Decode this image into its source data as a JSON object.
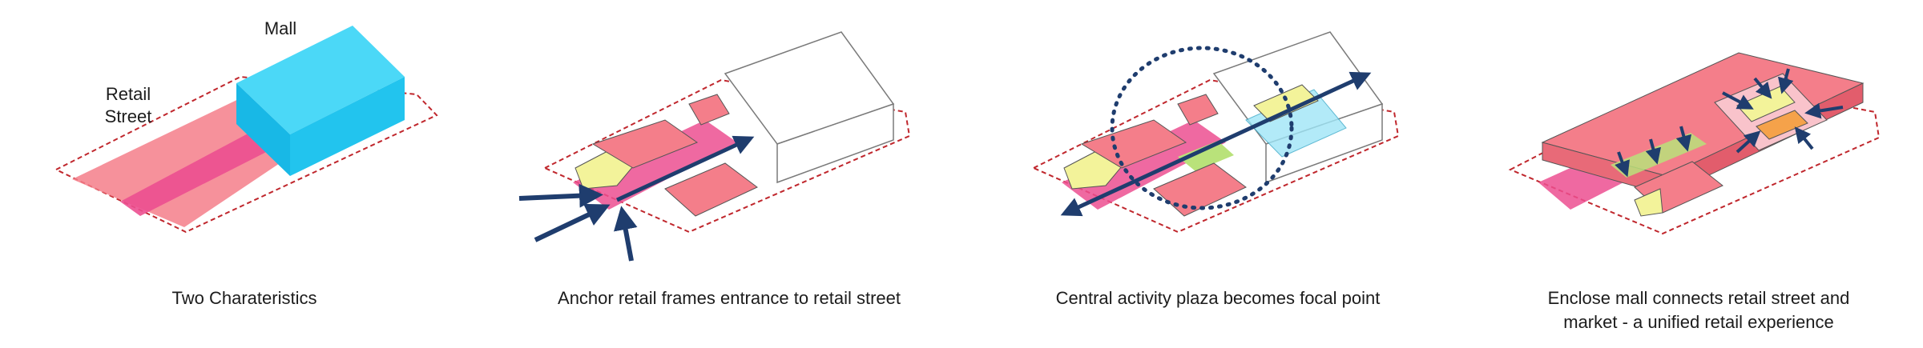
{
  "colors": {
    "pink": "#f47e8a",
    "magenta": "#ec4f90",
    "cyan": "#1cc6ee",
    "yellow": "#f3f39a",
    "green": "#b9e27a",
    "orange": "#f5a24a",
    "arrow": "#1f3d6e",
    "boundary": "#c0272d"
  },
  "panels": [
    {
      "caption_lines": [
        "Two Charateristics"
      ],
      "labels": {
        "retail_street": [
          "Retail",
          "Street"
        ],
        "mall": "Mall"
      }
    },
    {
      "caption_lines": [
        "Anchor retail frames entrance to retail street"
      ]
    },
    {
      "caption_lines": [
        "Central activity plaza becomes focal point"
      ]
    },
    {
      "caption_lines": [
        "Enclose mall connects retail street and",
        "market - a unified retail experience"
      ]
    }
  ]
}
